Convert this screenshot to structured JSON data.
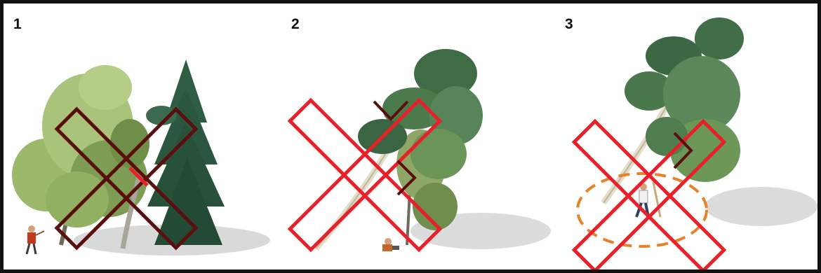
{
  "panels": [
    {
      "number": "1"
    },
    {
      "number": "2"
    },
    {
      "number": "3"
    }
  ],
  "colors": {
    "cross_outline": "#e8202a",
    "cross_dark": "#5a0f0f",
    "zone_ring": "#e8822a",
    "shadow": "#d6d6d6",
    "foliage_light": "#9bb96a",
    "foliage_dark": "#2d5a3a",
    "trunk": "#e8e2d0"
  },
  "icons": [
    "tree-icon",
    "fir-tree-icon",
    "leaning-tree-icon",
    "lumberjack-icon",
    "felling-zone-ring",
    "prohibited-cross-icon"
  ]
}
